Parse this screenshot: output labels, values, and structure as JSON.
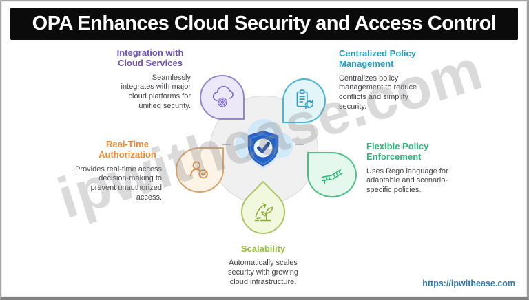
{
  "banner": {
    "title": "OPA Enhances Cloud Security and Access Control"
  },
  "watermark": "ipwithease.com",
  "footer": {
    "url": "https://ipwithease.com"
  },
  "center": {
    "icon": "cloud-shield-check-icon",
    "shield_color": "#2462c6",
    "cloud_color": "#cfe9f8"
  },
  "sections": [
    {
      "id": "integration",
      "title": "Integration with Cloud Services",
      "description": "Seamlessly integrates with major cloud platforms for unified security.",
      "color": "#6d4fc0",
      "icon": "cloud-gear-icon"
    },
    {
      "id": "centralized",
      "title": "Centralized Policy Management",
      "description": "Centralizes policy management to reduce conflicts and simplify security.",
      "color": "#1f9fc6",
      "icon": "clipboard-sync-icon"
    },
    {
      "id": "realtime",
      "title": "Real-Time Authorization",
      "description": "Provides real-time access decision-making to prevent unauthorized access.",
      "color": "#ed8a36",
      "icon": "user-check-icon"
    },
    {
      "id": "flexible",
      "title": "Flexible Policy Enforcement",
      "description": "Uses Rego language for adaptable and scenario-specific policies.",
      "color": "#2eb87c",
      "icon": "flexible-track-icon"
    },
    {
      "id": "scalability",
      "title": "Scalability",
      "description": "Automatically scales security with growing cloud infrastructure.",
      "color": "#93bf3a",
      "icon": "growth-plant-icon"
    }
  ]
}
